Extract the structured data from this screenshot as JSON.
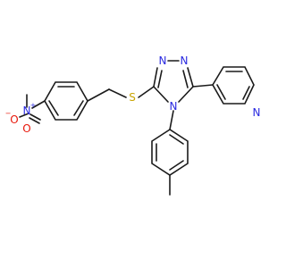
{
  "molecule": {
    "atoms": {
      "o_minus": {
        "symbol": "O",
        "charge": "−",
        "color": "#e8170a"
      },
      "n_nitro": {
        "symbol": "N",
        "charge": "+",
        "color": "#2a2ae0"
      },
      "o_double": {
        "symbol": "O",
        "color": "#e8170a"
      },
      "s": {
        "symbol": "S",
        "color": "#c9a400"
      },
      "n_triazole_1": {
        "symbol": "N",
        "color": "#2a2ae0"
      },
      "n_triazole_2": {
        "symbol": "N",
        "color": "#2a2ae0"
      },
      "n_triazole_4": {
        "symbol": "N",
        "color": "#2a2ae0"
      },
      "n_pyridine": {
        "symbol": "N",
        "color": "#2a2ae0"
      }
    },
    "bond_color": "#1a1a1a"
  }
}
